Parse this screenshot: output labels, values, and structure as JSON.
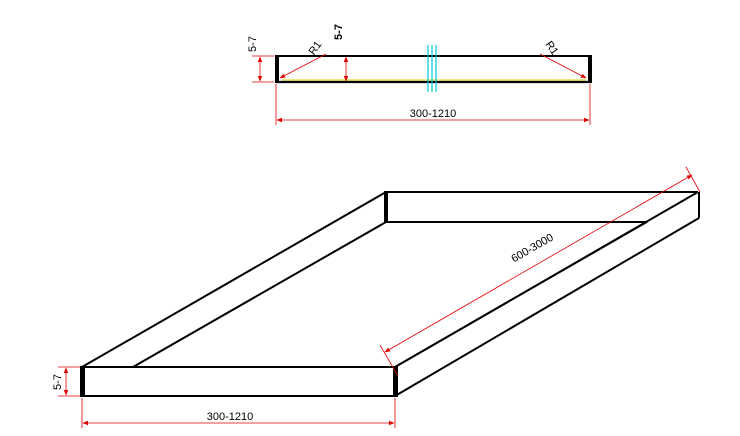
{
  "top_view": {
    "height_label_left": "5-7",
    "height_label_inner": "5-7",
    "radius_label_left": "R1",
    "radius_label_right": "R1",
    "width_label": "300-1210"
  },
  "iso_view": {
    "length_label": "600-3000",
    "height_label": "5-7",
    "width_label": "300-1210"
  },
  "colors": {
    "outline": "#000000",
    "dimension": "#e00000",
    "break_mark": "#00c8d8",
    "accent_line": "#d8d000"
  }
}
